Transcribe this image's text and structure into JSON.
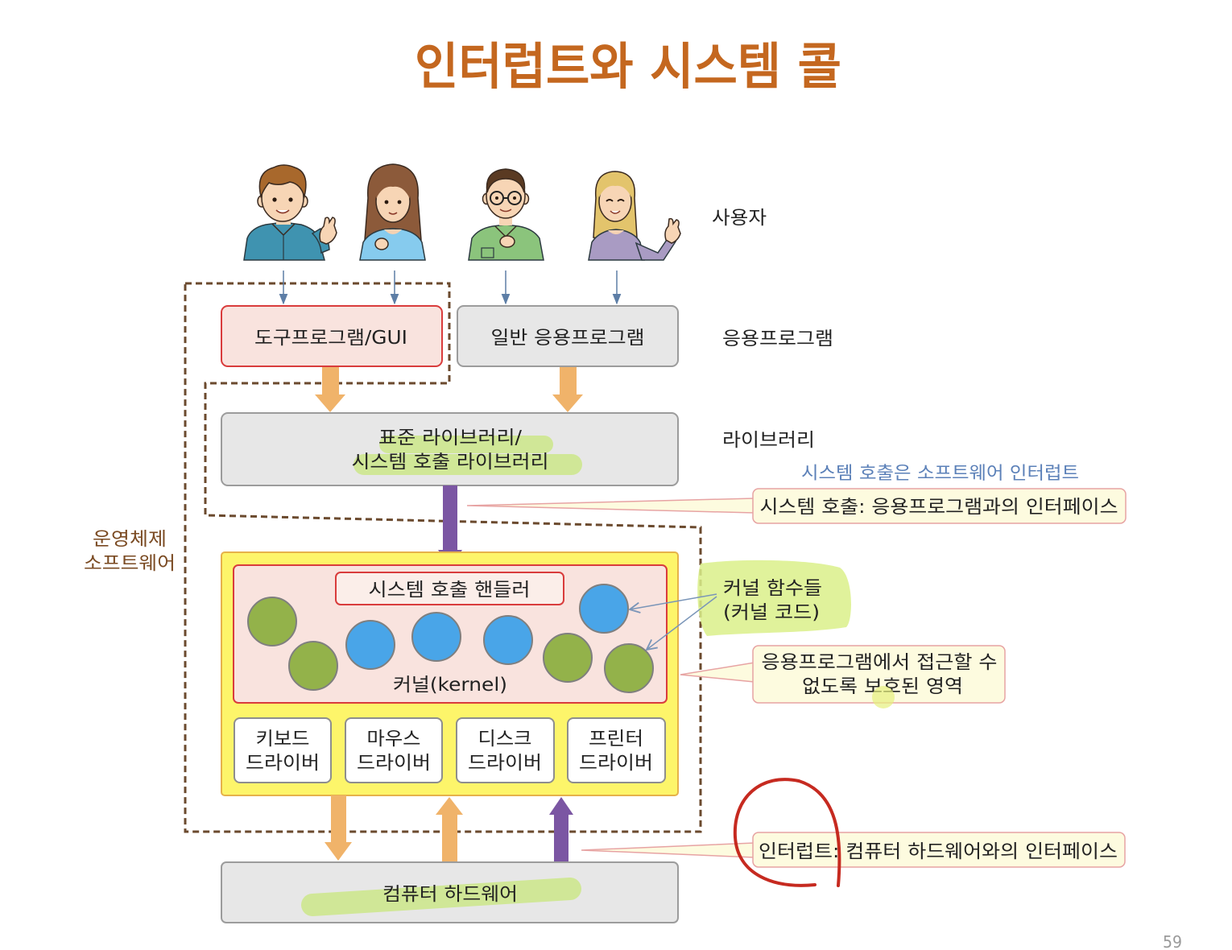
{
  "slide": {
    "title": "인터럽트와 시스템 콜",
    "page_number": "59"
  },
  "users": {
    "label": "사용자",
    "figures": [
      "man-user-icon",
      "woman-user-icon",
      "glasses-man-user-icon",
      "blonde-woman-user-icon"
    ]
  },
  "applications": {
    "label": "응용프로그램",
    "tool_program": "도구프로그램/GUI",
    "general_program": "일반 응용프로그램"
  },
  "library": {
    "label": "라이브러리",
    "box_lines": [
      "표준 라이브러리/",
      "시스템 호출 라이브러리"
    ]
  },
  "os_software": {
    "label_lines": [
      "운영체제",
      "소프트웨어"
    ]
  },
  "kernel": {
    "handler": "시스템 호출 핸들러",
    "label": "커널(kernel)",
    "functions_label_lines": [
      "커널 함수들",
      "(커널 코드)"
    ],
    "drivers": [
      [
        "키보드",
        "드라이버"
      ],
      [
        "마우스",
        "드라이버"
      ],
      [
        "디스크",
        "드라이버"
      ],
      [
        "프린터",
        "드라이버"
      ]
    ]
  },
  "hardware": {
    "label": "컴퓨터 하드웨어"
  },
  "notes": {
    "software_interrupt": "시스템 호출은 소프트웨어 인터럽트",
    "syscall_interface": "시스템 호출: 응용프로그램과의 인터페이스",
    "protected_area_lines": [
      "응용프로그램에서 접근할 수",
      "없도록 보호된 영역"
    ],
    "interrupt_interface": "인터럽트: 컴퓨터 하드웨어와의 인터페이스"
  },
  "colors": {
    "title": "#c4671f",
    "os_label": "#7a4a22",
    "note_blue": "#5b80b8",
    "kernel_area": "#fdf56a",
    "kernel_function_green": "#93b24a",
    "kernel_function_blue": "#49a5e8",
    "data_flow_orange": "#f0b36a",
    "data_flow_purple": "#7b56a3",
    "highlight_green": "#cde88a",
    "annotation_red": "#c62a20"
  }
}
